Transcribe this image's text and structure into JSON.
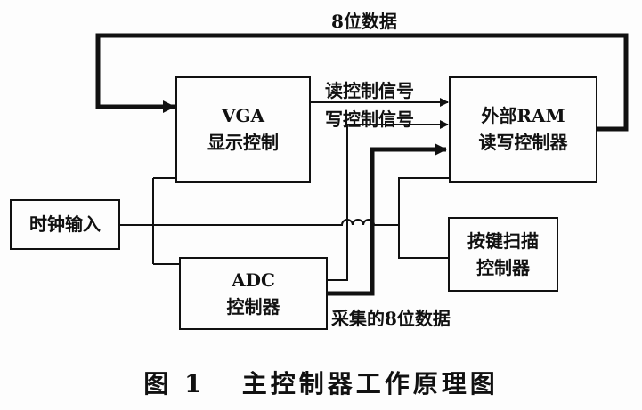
{
  "blocks": {
    "vga": {
      "line1": "VGA",
      "line2": "显示控制"
    },
    "ram": {
      "line1": "外部RAM",
      "line2": "读写控制器"
    },
    "clock": {
      "label": "时钟输入"
    },
    "adc": {
      "line1": "ADC",
      "line2": "控制器"
    },
    "keyscan": {
      "line1": "按键扫描",
      "line2": "控制器"
    }
  },
  "edges": {
    "top_bus": "8位数据",
    "read_signal": "读控制信号",
    "write_signal": "写控制信号",
    "adc_bus": "采集的8位数据"
  },
  "caption": "图 1   主控制器工作原理图"
}
